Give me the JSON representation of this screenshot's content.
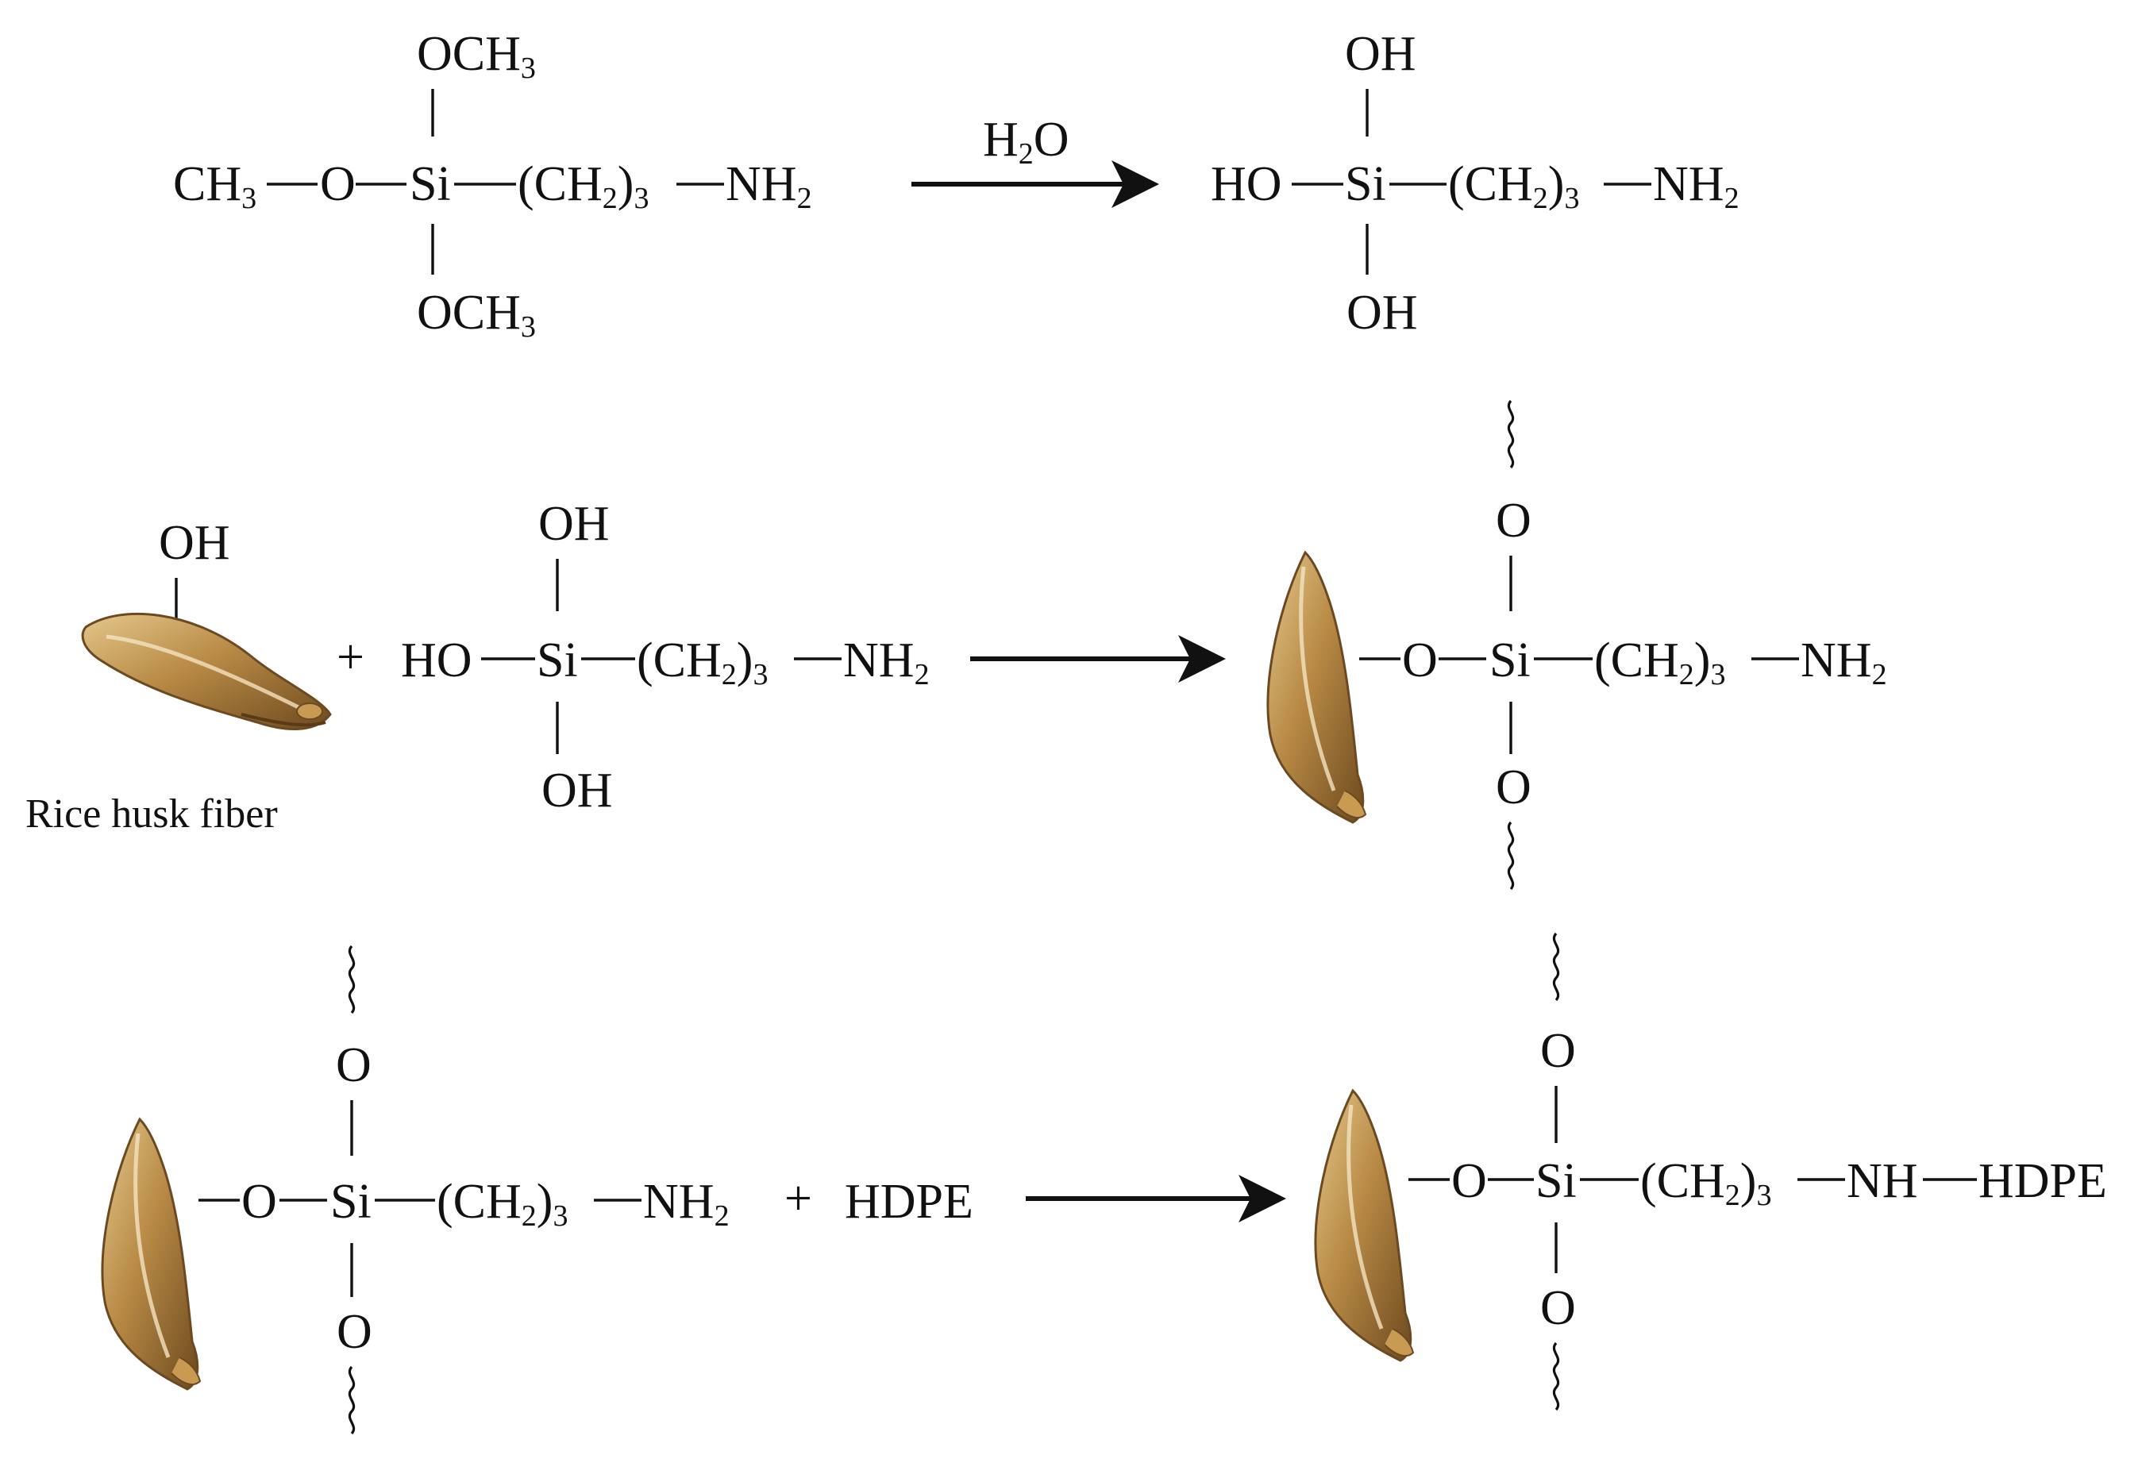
{
  "text": {
    "och3": "OCH",
    "ch3": "CH",
    "o": "O",
    "si": "Si",
    "oh": "OH",
    "ho": "HO",
    "ch2_open": "(CH",
    "close_paren": ")",
    "nh2": "NH",
    "nh": "NH",
    "h": "H",
    "hdpe": "HDPE",
    "plus": "+",
    "sub2": "2",
    "sub3": "3"
  },
  "reagent": {
    "formula": "H",
    "sub": "2",
    "tail": "O"
  },
  "label": {
    "rice_husk_fiber": "Rice husk fiber"
  },
  "colors": {
    "ink": "#111111",
    "husk_dark": "#7a5424",
    "husk_mid": "#b88a45",
    "husk_light": "#e4c78c"
  },
  "icons": [
    "rice-husk-fiber-icon",
    "reaction-arrow-icon",
    "wavy-bond-icon"
  ]
}
